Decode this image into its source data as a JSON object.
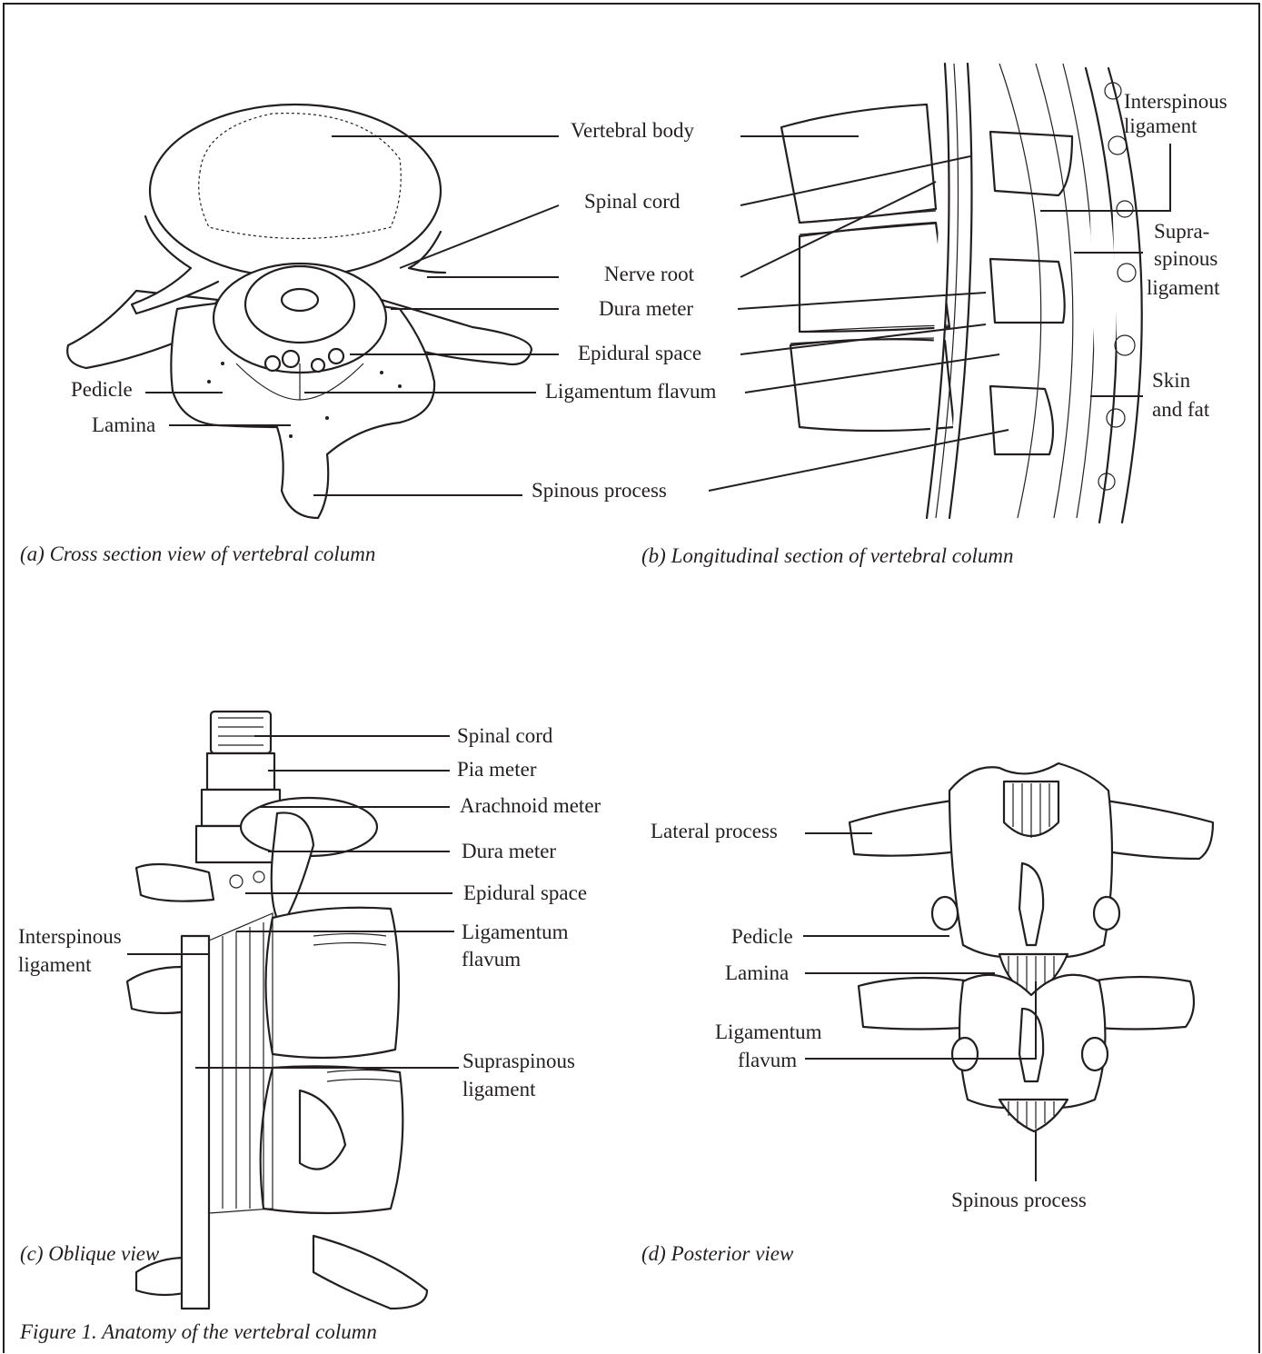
{
  "panels": {
    "a": {
      "caption": "(a) Cross section view of vertebral column",
      "labels": {
        "vertebral_body": "Vertebral body",
        "spinal_cord": "Spinal cord",
        "nerve_root": "Nerve root",
        "dura_meter": "Dura meter",
        "epidural_space": "Epidural space",
        "ligamentum_flavum": "Ligamentum flavum",
        "spinous_process": "Spinous process",
        "pedicle": "Pedicle",
        "lamina": "Lamina"
      }
    },
    "b": {
      "caption": "(b) Longitudinal section of vertebral column",
      "labels": {
        "interspinous_1": "Interspinous",
        "interspinous_2": "ligament",
        "supra_1": "Supra-",
        "supra_2": "spinous",
        "supra_3": "ligament",
        "skin_1": "Skin",
        "skin_2": "and fat"
      }
    },
    "c": {
      "caption": "(c) Oblique view",
      "labels": {
        "spinal_cord": "Spinal cord",
        "pia_meter": "Pia meter",
        "arachnoid_meter": "Arachnoid meter",
        "dura_meter": "Dura meter",
        "epidural_space": "Epidural space",
        "ligamentum_1": "Ligamentum",
        "ligamentum_2": "flavum",
        "interspinous_1": "Interspinous",
        "interspinous_2": "ligament",
        "supraspinous_1": "Supraspinous",
        "supraspinous_2": "ligament"
      }
    },
    "d": {
      "caption": "(d) Posterior view",
      "labels": {
        "lateral_process": "Lateral process",
        "pedicle": "Pedicle",
        "lamina": "Lamina",
        "ligamentum_1": "Ligamentum",
        "ligamentum_2": "flavum",
        "spinous_process": "Spinous process"
      }
    }
  },
  "figure_caption": "Figure 1. Anatomy of the vertebral column",
  "ink_color": "#231f20"
}
